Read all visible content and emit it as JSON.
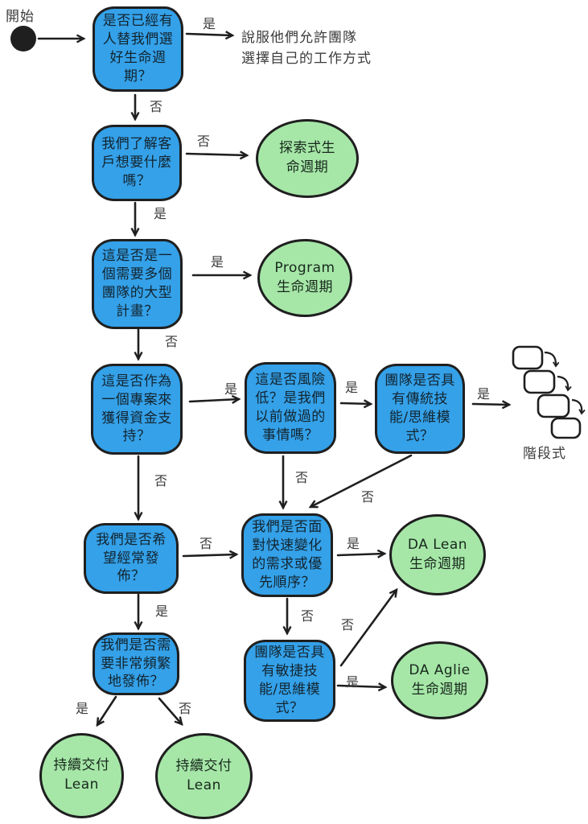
{
  "colors": {
    "node_fill": "#34a1e9",
    "outcome_fill": "#a6e7a8",
    "stroke": "#1f1f1f",
    "background": "#ffffff"
  },
  "start": {
    "label": "開始"
  },
  "advice_note": "說服他們允許團隊\n選擇自己的工作方式",
  "nodes": {
    "q1": {
      "text": "是否已經有\n人替我們選\n好生命週\n期？"
    },
    "q2": {
      "text": "我們了解客\n戶想要什麼\n嗎？"
    },
    "q3": {
      "text": "這是否是一\n個需要多個\n團隊的大型\n計畫？"
    },
    "q4": {
      "text": "這是否作為\n一個專案來\n獲得資金支\n持？"
    },
    "q5": {
      "text": "這是否風險\n低？是我們\n以前做過的\n事情嗎？"
    },
    "q6": {
      "text": "團隊是否具\n有傳統技\n能/思維模\n式？"
    },
    "q7": {
      "text": "我們是否希\n望經常發\n佈？"
    },
    "q8": {
      "text": "我們是否面\n對快速變化\n的需求或優\n先順序？"
    },
    "q9": {
      "text": "團隊是否具\n有敏捷技\n能/思維模\n式？"
    },
    "q10": {
      "text": "我們是否需\n要非常頻繁\n地發佈？"
    }
  },
  "outcomes": {
    "exploratory": {
      "text": "探索式生\n命週期"
    },
    "program": {
      "text": "Program\n生命週期"
    },
    "da_lean": {
      "text": "DA Lean\n生命週期"
    },
    "da_agile": {
      "text": "DA Aglie\n生命週期"
    },
    "cd_lean_left": {
      "text": "持續交付\nLean"
    },
    "cd_lean_right": {
      "text": "持續交付\nLean"
    }
  },
  "staged": {
    "label": "階段式"
  },
  "edge_labels": {
    "q1_yes": "是",
    "q1_no": "否",
    "q2_no": "否",
    "q2_yes": "是",
    "q3_yes": "是",
    "q3_no": "否",
    "q4_yes": "是",
    "q4_no": "否",
    "q5_yes": "是",
    "q5_no": "否",
    "q6_yes": "是",
    "q6_no": "否",
    "q7_no": "否",
    "q7_yes": "是",
    "q8_yes": "是",
    "q8_no": "否",
    "q9_yes": "是",
    "q9_no": "否",
    "q10_yes": "是",
    "q10_no": "否"
  }
}
